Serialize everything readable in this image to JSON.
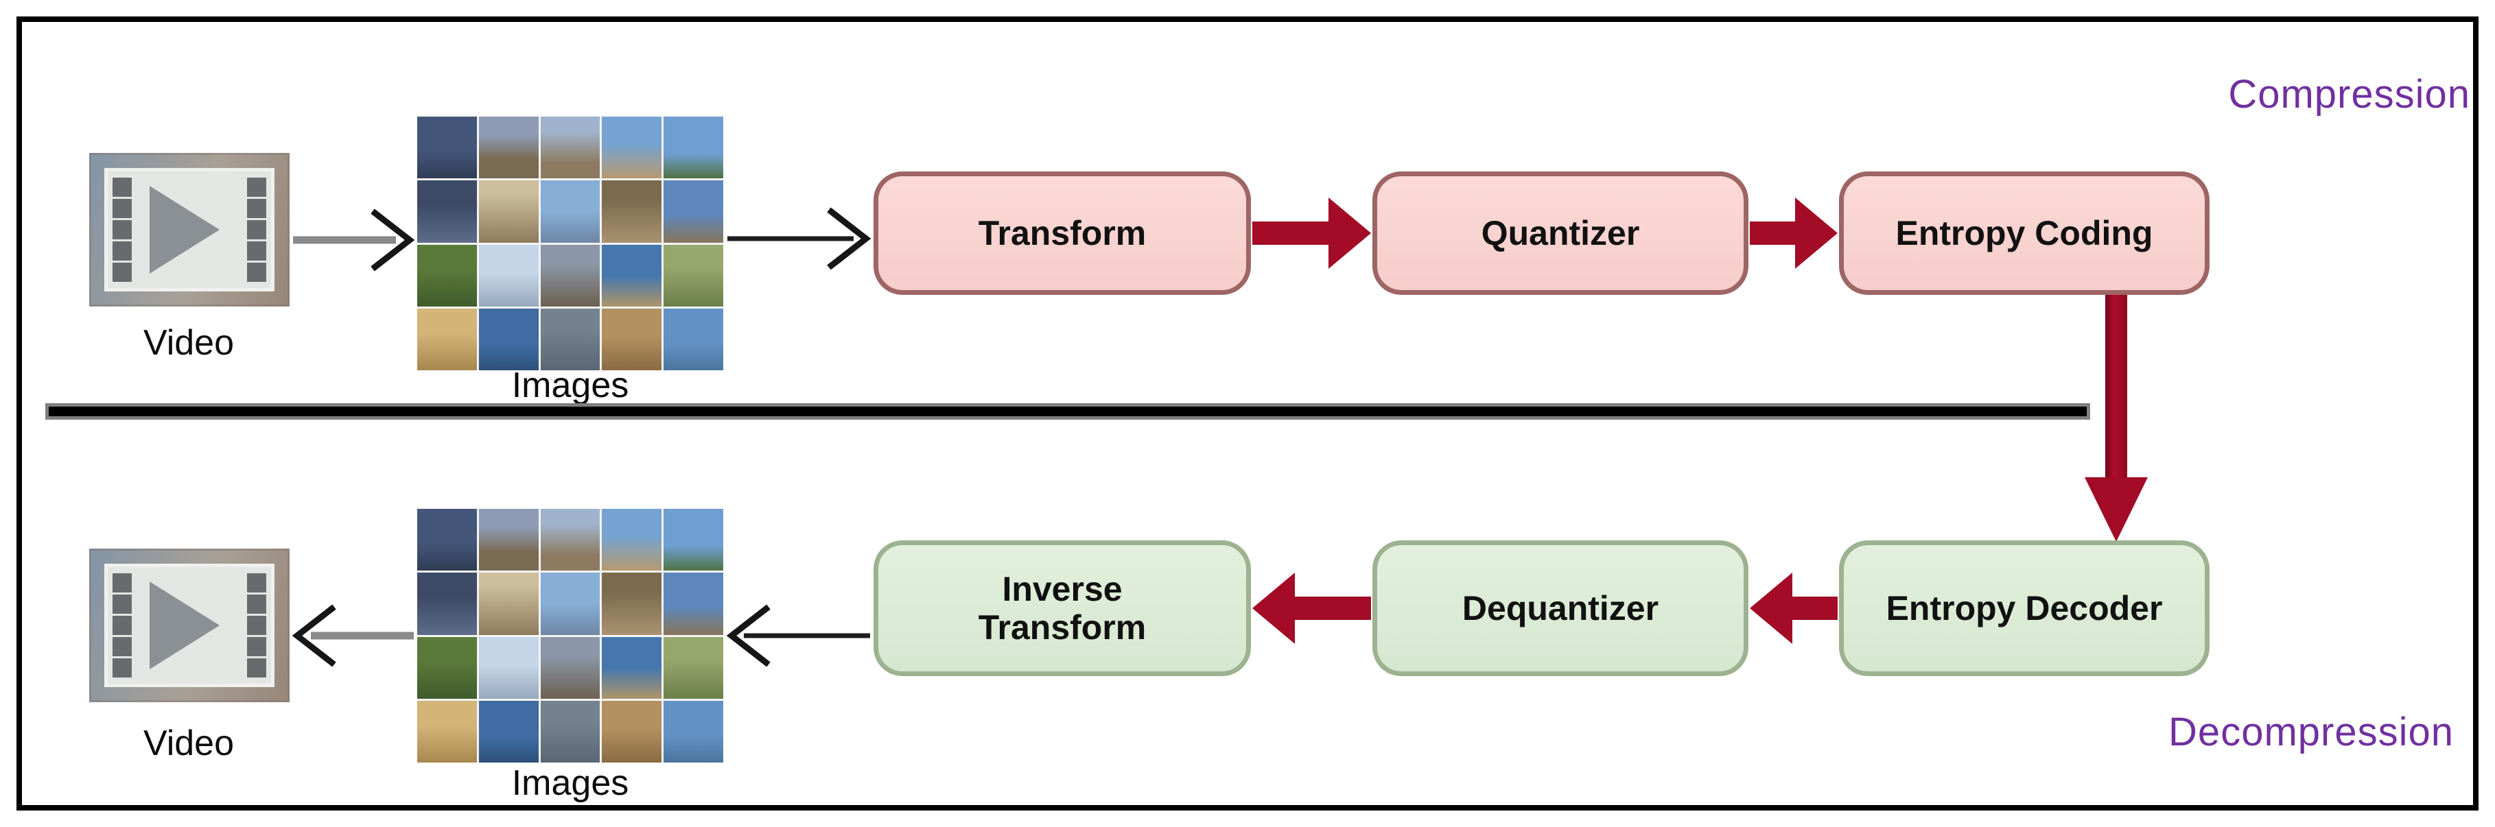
{
  "labels": {
    "compression": "Compression",
    "decompression": "Decompression"
  },
  "compression_row": {
    "video_label": "Video",
    "images_label": "Images",
    "boxes": [
      {
        "label": "Transform"
      },
      {
        "label": "Quantizer"
      },
      {
        "label": "Entropy Coding"
      }
    ]
  },
  "decompression_row": {
    "video_label": "Video",
    "images_label": "Images",
    "boxes": [
      {
        "label": "Entropy Decoder"
      },
      {
        "label": "Dequantizer"
      },
      {
        "label": "Inverse Transform"
      }
    ]
  },
  "colors": {
    "frame_border": "#000000",
    "compression_box_fill": "#f8d1ce",
    "compression_box_border": "#9e6565",
    "decompression_box_fill": "#d9e9d4",
    "decompression_box_border": "#9db290",
    "arrow_red": "#a30b26",
    "section_label": "#7030a0",
    "divider_core": "#000000",
    "divider_edge": "#7f7f7f"
  },
  "icons": {
    "film_icon": "film-strip-with-play-button",
    "collage_icon": "photo-montage"
  },
  "collage_cells": [
    "linear-gradient(180deg,#44577a 55%,#2f3c55 100%)",
    "linear-gradient(180deg,#8e9bb5 30%,#7a6a52 70%)",
    "linear-gradient(180deg,#9fb3cc 25%,#8c7b60 75%)",
    "linear-gradient(180deg,#76a3d1 45%,#b59a6e 100%)",
    "linear-gradient(180deg,#6f9ed1 60%,#4f7345 100%)",
    "linear-gradient(180deg,#3c4a66 40%,#5d6c88 100%)",
    "linear-gradient(180deg,#cdbf9d 20%,#8d7b5c 100%)",
    "linear-gradient(180deg,#86aed6 50%,#6e86a5 100%)",
    "linear-gradient(180deg,#7b6a4e 30%,#a89270 100%)",
    "linear-gradient(180deg,#5e87bb 55%,#87755a 100%)",
    "linear-gradient(180deg,#5a7a3a 40%,#3f5c2c 100%)",
    "linear-gradient(180deg,#c4d6e8 45%,#96a8bc 100%)",
    "linear-gradient(180deg,#8b97a8 30%,#6d6151 100%)",
    "linear-gradient(180deg,#4577ad 50%,#ad9468 100%)",
    "linear-gradient(180deg,#98a86d 35%,#6c7f49 100%)",
    "linear-gradient(180deg,#d3b578 40%,#a8884f 100%)",
    "linear-gradient(180deg,#3e6ca3 60%,#2d4f7a 100%)",
    "linear-gradient(180deg,#74828f 35%,#5a6673 100%)",
    "linear-gradient(180deg,#b2905f 45%,#8a6c42 100%)",
    "linear-gradient(180deg,#6292c4 55%,#4a759e 100%)"
  ]
}
